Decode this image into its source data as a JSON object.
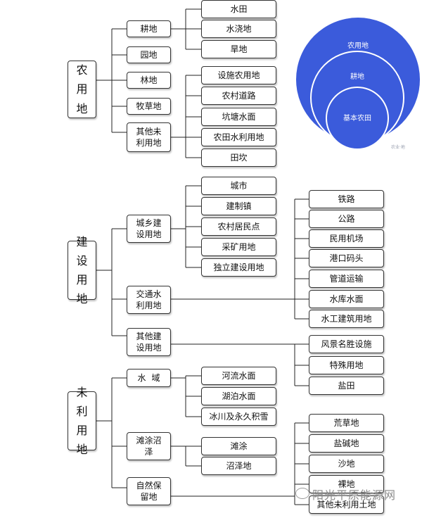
{
  "tree": {
    "agri": {
      "label": "农用地",
      "children": [
        "耕地",
        "园地",
        "林地",
        "牧草地",
        "其他未利用地"
      ],
      "cultivated_leaves": [
        "水田",
        "水浇地",
        "旱地"
      ],
      "other_leaves": [
        "设施农用地",
        "农村道路",
        "坑塘水面",
        "农田水利用地",
        "田坎"
      ]
    },
    "constr": {
      "label": "建设用地",
      "children": [
        "城乡建设用地",
        "交通水利用地",
        "其他建设用地"
      ],
      "urban_rural_leaves": [
        "城市",
        "建制镇",
        "农村居民点",
        "采矿用地",
        "独立建设用地"
      ],
      "transport_leaves": [
        "铁路",
        "公路",
        "民用机场",
        "港口码头",
        "管道运输",
        "水库水面",
        "水工建筑用地"
      ],
      "other_leaves": [
        "风景名胜设施",
        "特殊用地",
        "盐田"
      ]
    },
    "unused": {
      "label": "未利用地",
      "children": [
        "水域",
        "滩涂沼泽",
        "自然保留地"
      ],
      "water_leaves": [
        "河流水面",
        "湖泊水面",
        "冰川及永久积雪"
      ],
      "tidal_leaves": [
        "滩涂",
        "沼泽地"
      ],
      "natural_leaves": [
        "荒草地",
        "盐碱地",
        "沙地",
        "裸地",
        "其他未利用土地"
      ]
    }
  },
  "venn": {
    "outer": "农用地",
    "middle": "耕地",
    "inner": "基本农田",
    "colors": {
      "fill": "#3b5bdb",
      "ring": "#ffffff"
    }
  },
  "watermark": "阳光平原能源网",
  "stamp": "农业·地"
}
